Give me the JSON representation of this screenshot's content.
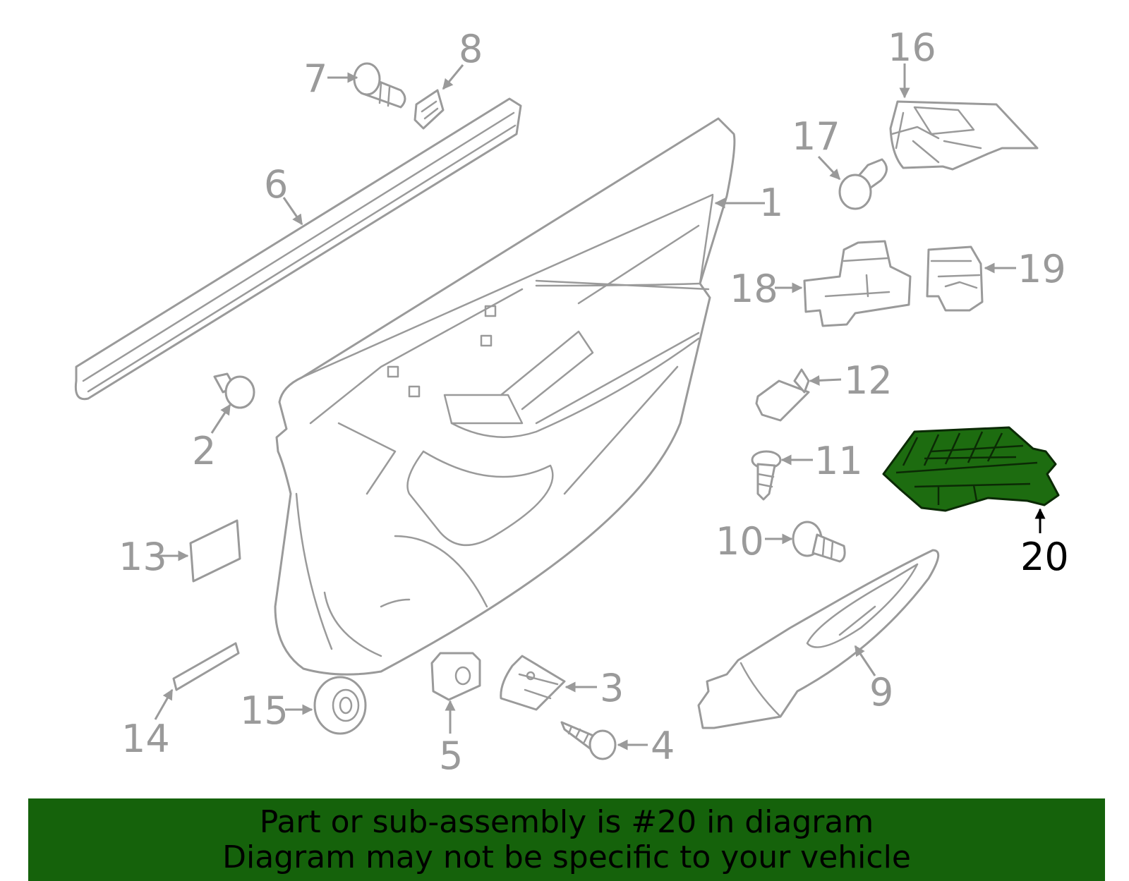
{
  "colors": {
    "line_art": "#9a9a9a",
    "highlight_fill": "#1d6c10",
    "banner_bg": "#15620b",
    "banner_text": "#000000"
  },
  "diagram": {
    "highlighted_part": "20",
    "callouts": [
      "1",
      "2",
      "3",
      "4",
      "5",
      "6",
      "7",
      "8",
      "9",
      "10",
      "11",
      "12",
      "13",
      "14",
      "15",
      "16",
      "17",
      "18",
      "19",
      "20"
    ]
  },
  "banner": {
    "line1": "Part or sub-assembly is #20 in diagram",
    "line2": "Diagram may not be specific to your vehicle"
  }
}
